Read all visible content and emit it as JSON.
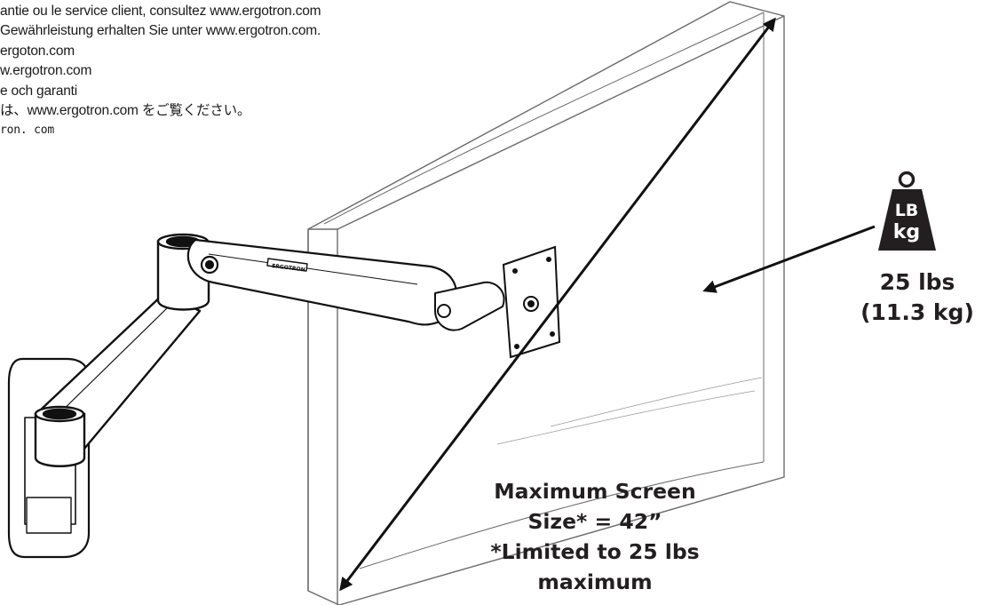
{
  "support_lines": [
    "antie ou le service client, consultez www.ergotron.com",
    "Gewährleistung erhalten Sie unter www.ergotron.com.",
    "ergoton.com",
    "w.ergotron.com",
    "e och garanti",
    "は、www.ergotron.com をご覧ください。",
    "ron. com"
  ],
  "weight_icon": {
    "icon": "kettlebell-weight-icon",
    "unit_top": "LB",
    "unit_bottom": "kg",
    "fill": "#231f20"
  },
  "weight_capacity": {
    "imperial": "25 lbs",
    "metric": "(11.3 kg)"
  },
  "screen_size": {
    "line1": "Maximum Screen",
    "line2": "Size* = 42”",
    "line3": "*Limited to 25 lbs",
    "line4": "maximum"
  },
  "brand_label": "ERGOTRON"
}
